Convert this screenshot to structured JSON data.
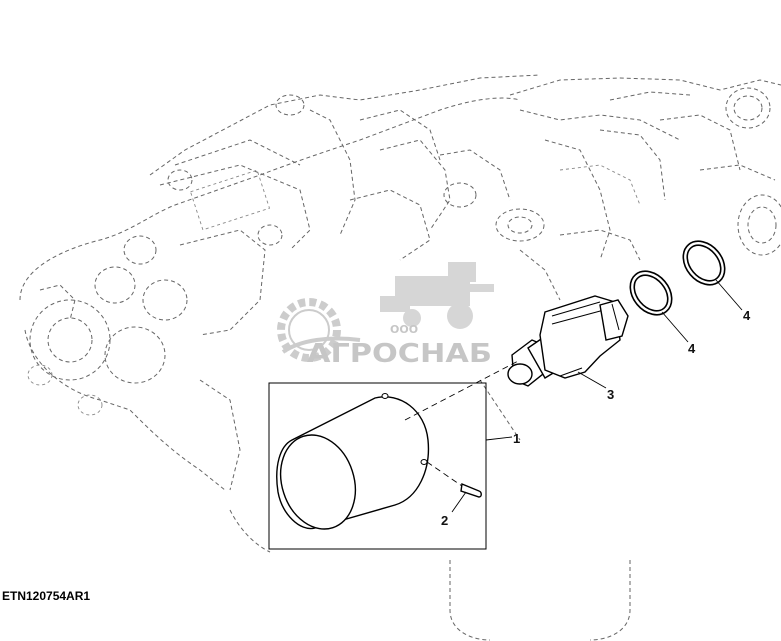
{
  "figure_code": "ETN120754AR1",
  "callouts": [
    {
      "id": "callout-1",
      "label": "1"
    },
    {
      "id": "callout-2",
      "label": "2"
    },
    {
      "id": "callout-3",
      "label": "3"
    },
    {
      "id": "callout-4a",
      "label": "4"
    },
    {
      "id": "callout-4b",
      "label": "4"
    }
  ],
  "watermark": {
    "prefix": "ООО",
    "brand": "АГРОСНАБ"
  }
}
